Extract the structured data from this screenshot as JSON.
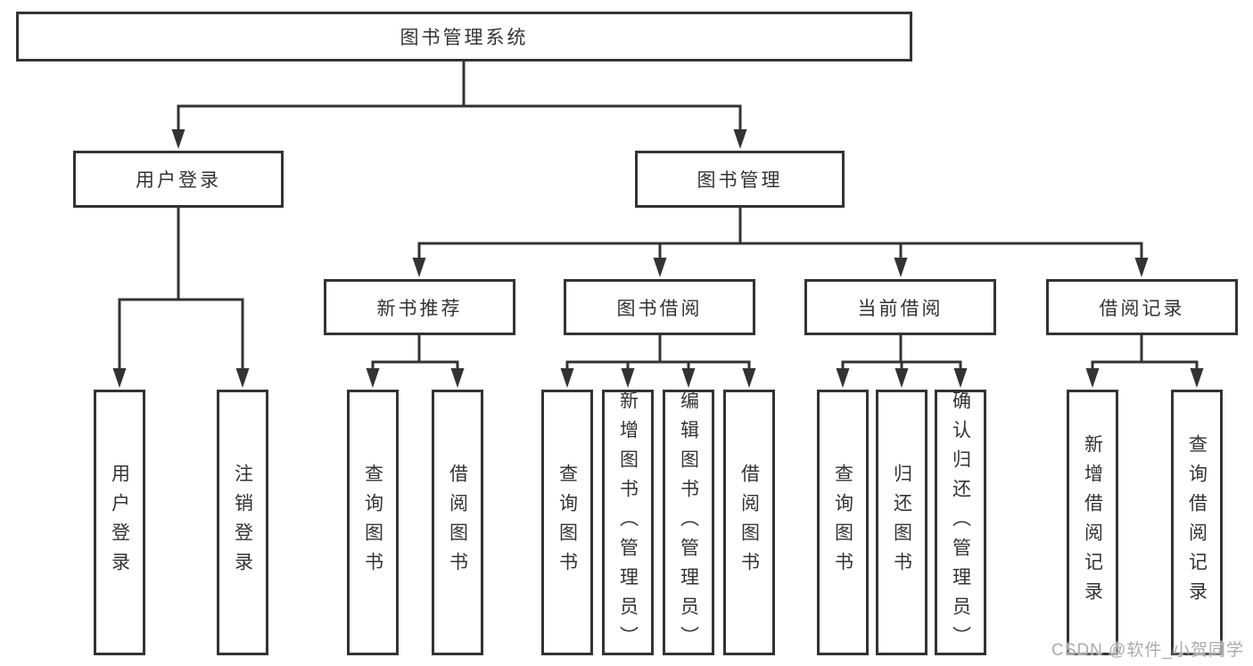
{
  "colors": {
    "line": "#333333",
    "text": "#333333",
    "box_background": "#ffffff",
    "page_background": "#ffffff",
    "watermark": "#ababab"
  },
  "watermark": {
    "text": "CSDN @软件_小贺同学"
  },
  "tree": {
    "root": {
      "label": "图书管理系统",
      "children": [
        {
          "label": "用户登录",
          "children": [
            {
              "label": "用户登录"
            },
            {
              "label": "注销登录"
            }
          ]
        },
        {
          "label": "图书管理",
          "children": [
            {
              "label": "新书推荐",
              "children": [
                {
                  "label": "查询图书"
                },
                {
                  "label": "借阅图书"
                }
              ]
            },
            {
              "label": "图书借阅",
              "children": [
                {
                  "label": "查询图书"
                },
                {
                  "label": "新增图书（管理员）"
                },
                {
                  "label": "编辑图书（管理员）"
                },
                {
                  "label": "借阅图书"
                }
              ]
            },
            {
              "label": "当前借阅",
              "children": [
                {
                  "label": "查询图书"
                },
                {
                  "label": "归还图书"
                },
                {
                  "label": "确认归还（管理员）"
                }
              ]
            },
            {
              "label": "借阅记录",
              "children": [
                {
                  "label": "新增借阅记录"
                },
                {
                  "label": "查询借阅记录"
                }
              ]
            }
          ]
        }
      ]
    }
  }
}
